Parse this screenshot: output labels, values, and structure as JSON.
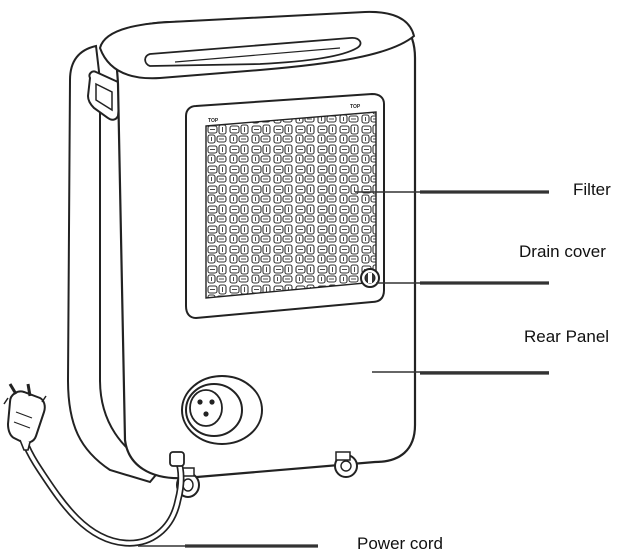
{
  "diagram": {
    "subject": "dehumidifier rear view",
    "labels": {
      "filter": "Filter",
      "drain_cover": "Drain cover",
      "rear_panel": "Rear Panel",
      "power_cord": "Power cord"
    },
    "filter_corner_text": {
      "left": "TOP",
      "right": "TOP"
    },
    "colors": {
      "stroke": "#222222",
      "leader_line": "#333333",
      "background": "#ffffff"
    }
  }
}
